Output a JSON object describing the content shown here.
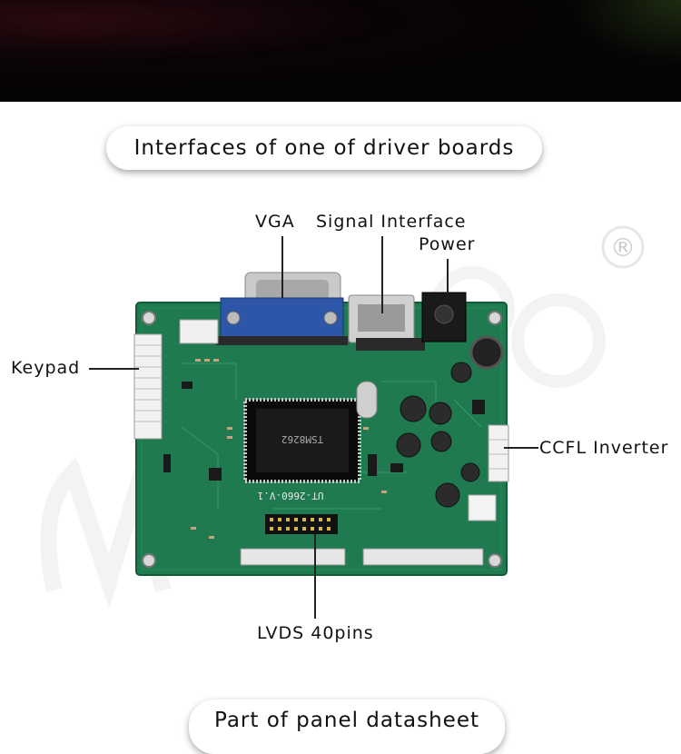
{
  "header": {
    "title": "Interfaces of one of driver boards"
  },
  "labels": {
    "vga": "VGA",
    "signal_interface": "Signal Interface",
    "power": "Power",
    "keypad": "Keypad",
    "ccfl_inverter": "CCFL Inverter",
    "lvds": "LVDS 40pins"
  },
  "footer": {
    "title": "Part of panel datasheet"
  },
  "board": {
    "model_silkscreen": "UT-2660-V.1",
    "chip_text": "TSM8262",
    "pcb_color": "#1f7a4f"
  },
  "watermark": {
    "registered_mark": "®"
  }
}
